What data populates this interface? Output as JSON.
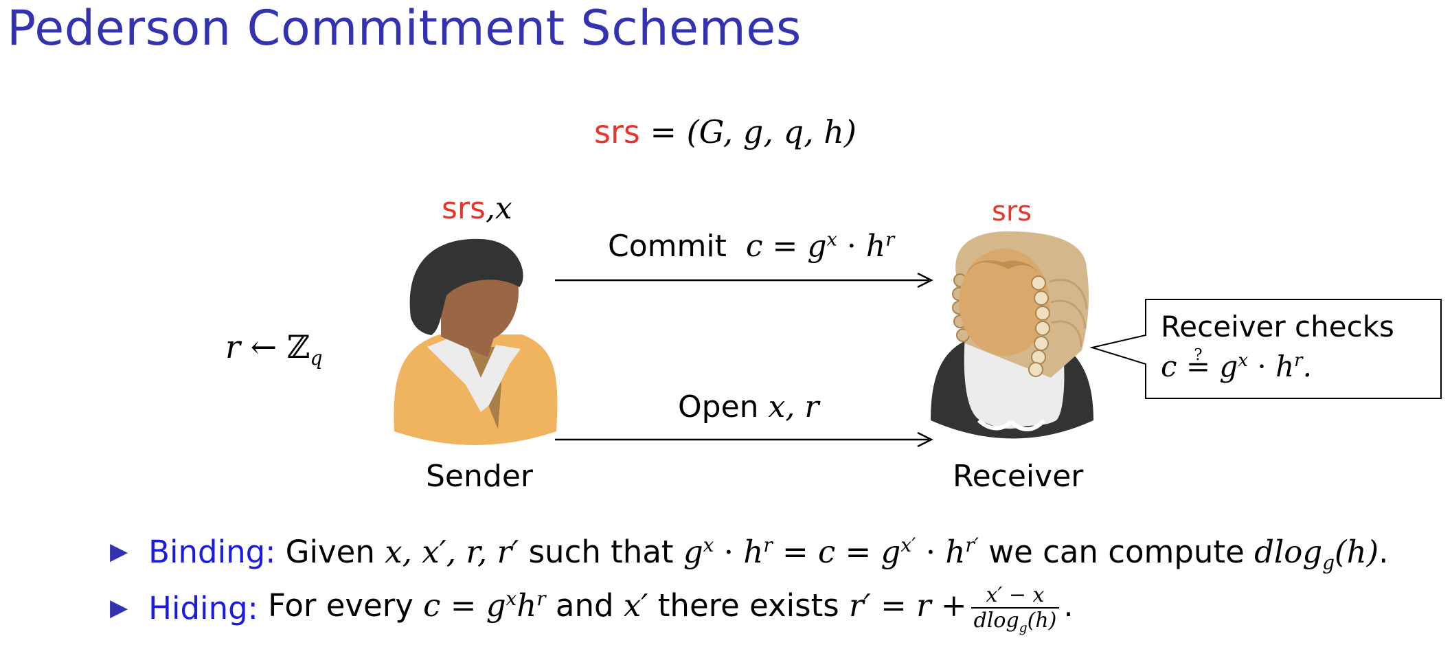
{
  "title": "Pederson Commitment Schemes",
  "setup": {
    "srs_label": "srs",
    "srs_rhs": "= (G, g, q, h)"
  },
  "sender": {
    "inputs_srs": "srs",
    "inputs_rest": ",x",
    "name": "Sender",
    "randomness": "r ← ℤq"
  },
  "receiver": {
    "inputs_srs": "srs",
    "name": "Receiver",
    "check_line1": "Receiver checks",
    "check_line2": "c ≟ gx · hr."
  },
  "messages": {
    "commit_word": "Commit",
    "open_word": "Open",
    "open_vars": "x, r"
  },
  "bullets": {
    "binding_term": "Binding:",
    "binding_text": "Given x, x′, r, r′ such that gx · hr = c = gx′ · hr′ we can compute dlogg(h).",
    "hiding_term": "Hiding:",
    "hiding_text": "For every c = gxhr and x′ there exists r′ = r + (x′ − x)/dlogg(h)."
  },
  "colors": {
    "title": "#3333b2",
    "srs_highlight": "#e8342a",
    "bullet_term": "#1a1ae0"
  },
  "icons": {
    "sender": "person-icon",
    "receiver": "judge-icon",
    "bullet": "triangle-bullet-icon"
  }
}
